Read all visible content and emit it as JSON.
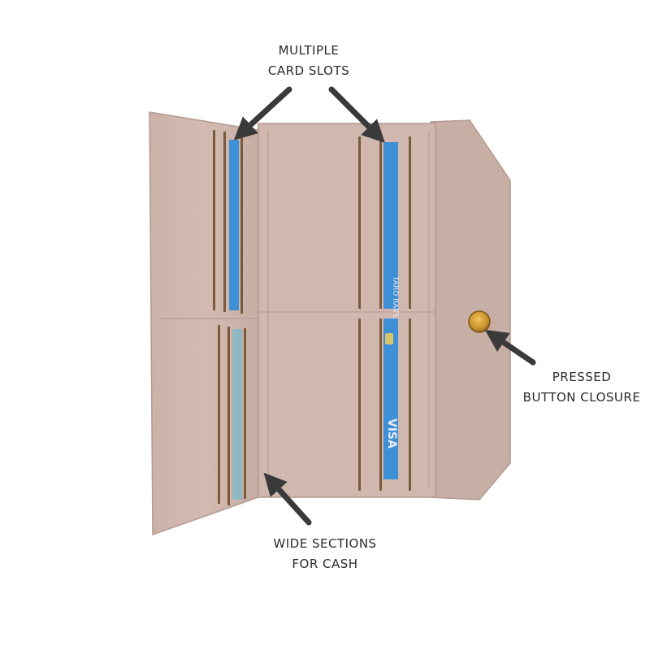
{
  "callouts": {
    "card_slots": [
      "MULTIPLE",
      "CARD SLOTS"
    ],
    "button_closure": [
      "PRESSED",
      "BUTTON CLOSURE"
    ],
    "cash_sections": [
      "WIDE SECTIONS",
      "FOR CASH"
    ]
  },
  "card_print": {
    "name": "TARO RAIFU",
    "brand": "VISA"
  },
  "colors": {
    "leather": "#cdb4ab",
    "leather_dark": "#b9a097",
    "slot_shadow": "#7a5a3a",
    "card_blue": "#3d8fd6",
    "button_gold": "#c9922e",
    "arrow": "#3a3a3a",
    "label_text": "#2b2b2b"
  },
  "icons": {
    "arrow_shape": "arrow-icon",
    "closure_button": "snap-button-icon"
  }
}
